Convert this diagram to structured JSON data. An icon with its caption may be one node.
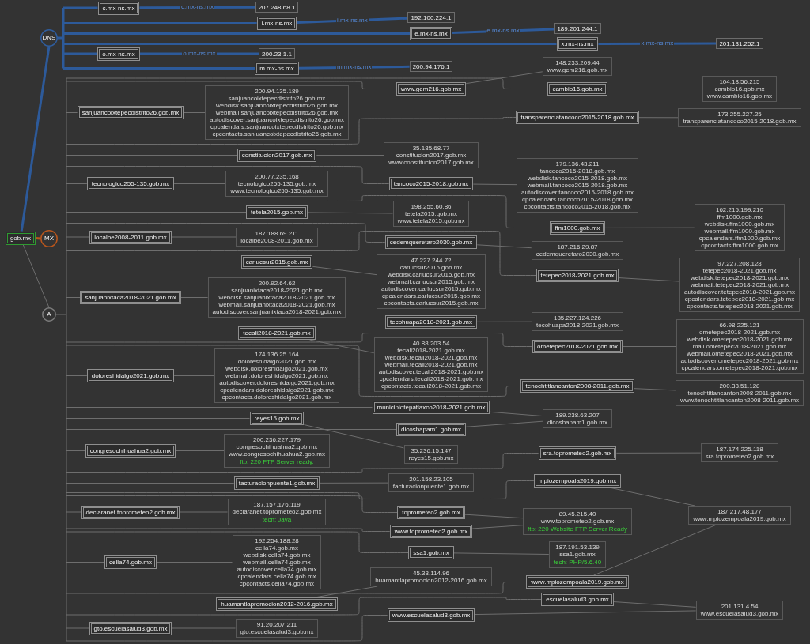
{
  "diagram": {
    "nodes": [
      {
        "text": [
          "gob.mx"
        ]
      },
      {
        "text": [
          "DNS"
        ]
      },
      {
        "text": [
          "MX"
        ]
      },
      {
        "text": [
          "A"
        ]
      },
      {
        "text": [
          "c.mx-ns.mx"
        ]
      },
      {
        "text": [
          "207.248.68.1"
        ]
      },
      {
        "text": [
          "i.mx-ns.mx"
        ]
      },
      {
        "text": [
          "192.100.224.1"
        ]
      },
      {
        "text": [
          "e.mx-ns.mx"
        ]
      },
      {
        "text": [
          "189.201.244.1"
        ]
      },
      {
        "text": [
          "x.mx-ns.mx"
        ]
      },
      {
        "text": [
          "201.131.252.1"
        ]
      },
      {
        "text": [
          "o.mx-ns.mx"
        ]
      },
      {
        "text": [
          "200.23.1.1"
        ]
      },
      {
        "text": [
          "m.mx-ns.mx"
        ]
      },
      {
        "text": [
          "200.94.176.1"
        ]
      },
      {
        "text": [
          "www.gem216.gob.mx"
        ]
      },
      {
        "text": [
          "148.233.209.44",
          "www.gem216.gob.mx"
        ]
      },
      {
        "text": [
          "cambio16.gob.mx"
        ]
      },
      {
        "text": [
          "104.18.56.215",
          "cambio16.gob.mx",
          "www.cambio16.gob.mx"
        ]
      },
      {
        "text": [
          "sanjuancoixtepecdistrito26.gob.mx"
        ]
      },
      {
        "text": [
          "200.94.135.189",
          "sanjuancoixtepecdistrito26.gob.mx",
          "webdisk.sanjuancoixtepecdistrito26.gob.mx",
          "webmail.sanjuancoixtepecdistrito26.gob.mx",
          "autodiscover.sanjuancoixtepecdistrito26.gob.mx",
          "cpcalendars.sanjuancoixtepecdistrito26.gob.mx",
          "cpcontacts.sanjuancoixtepecdistrito26.gob.mx"
        ]
      },
      {
        "text": [
          "constitucion2017.gob.mx"
        ]
      },
      {
        "text": [
          "35.185.68.77",
          "constitucion2017.gob.mx",
          "www.constitucion2017.gob.mx"
        ]
      },
      {
        "text": [
          "tancoco2015-2018.gob.mx"
        ]
      },
      {
        "text": [
          "179.136.43.211",
          "tancoco2015-2018.gob.mx",
          "webdisk.tancoco2015-2018.gob.mx",
          "webmail.tancoco2015-2018.gob.mx",
          "autodiscover.tancoco2015-2018.gob.mx",
          "cpcalendars.tancoco2015-2018.gob.mx",
          "cpcontacts.tancoco2015-2018.gob.mx"
        ]
      },
      {
        "text": [
          "transparenciatancoco2015-2018.gob.mx"
        ]
      },
      {
        "text": [
          "173.255.227.25",
          "transparenciatancoco2015-2018.gob.mx"
        ]
      },
      {
        "text": [
          "tecnologico255-135.gob.mx"
        ]
      },
      {
        "text": [
          "200.77.235.168",
          "tecnologico255-135.gob.mx",
          "www.tecnologico255-135.gob.mx"
        ]
      },
      {
        "text": [
          "tetela2015.gob.mx"
        ]
      },
      {
        "text": [
          "198.255.60.86",
          "tetela2015.gob.mx",
          "www.tetela2015.gob.mx"
        ]
      },
      {
        "text": [
          "cedemqueretaro2030.gob.mx"
        ]
      },
      {
        "text": [
          "187.216.29.87",
          "cedemqueretaro2030.gob.mx"
        ]
      },
      {
        "text": [
          "ffm1000.gob.mx"
        ]
      },
      {
        "text": [
          "162.215.199.210",
          "ffm1000.gob.mx",
          "webdisk.ffm1000.gob.mx",
          "webmail.ffm1000.gob.mx",
          "cpcalendars.ffm1000.gob.mx",
          "cpcontacts.ffm1000.gob.mx"
        ]
      },
      {
        "text": [
          "localbe2008-2011.gob.mx"
        ]
      },
      {
        "text": [
          "187.188.69.211",
          "localbe2008-2011.gob.mx"
        ]
      },
      {
        "text": [
          "carlucsur2015.gob.mx"
        ]
      },
      {
        "text": [
          "47.227.244.72",
          "carlucsur2015.gob.mx",
          "webdisk.carlucsur2015.gob.mx",
          "webmail.carlucsur2015.gob.mx",
          "autodiscover.carlucsur2015.gob.mx",
          "cpcalendars.carlucsur2015.gob.mx",
          "cpcontacts.carlucsur2015.gob.mx"
        ]
      },
      {
        "text": [
          "tetepec2018-2021.gob.mx"
        ]
      },
      {
        "text": [
          "97.227.208.128",
          "tetepec2018-2021.gob.mx",
          "webdisk.tetepec2018-2021.gob.mx",
          "webmail.tetepec2018-2021.gob.mx",
          "autodiscover.tetepec2018-2021.gob.mx",
          "cpcalendars.tetepec2018-2021.gob.mx",
          "cpcontacts.tetepec2018-2021.gob.mx"
        ]
      },
      {
        "text": [
          "sanjuanixtaca2018-2021.gob.mx"
        ]
      },
      {
        "text": [
          "200.92.64.62",
          "sanjuanixtaca2018-2021.gob.mx",
          "webdisk.sanjuanixtaca2018-2021.gob.mx",
          "webmail.sanjuanixtaca2018-2021.gob.mx",
          "autodiscover.sanjuanixtaca2018-2021.gob.mx"
        ]
      },
      {
        "text": [
          "tecohuapa2018-2021.gob.mx"
        ]
      },
      {
        "text": [
          "185.227.124.226",
          "tecohuapa2018-2021.gob.mx"
        ]
      },
      {
        "text": [
          "tecali2018-2021.gob.mx"
        ]
      },
      {
        "text": [
          "40.88.203.54",
          "tecali2018-2021.gob.mx",
          "webdisk.tecali2018-2021.gob.mx",
          "webmail.tecali2018-2021.gob.mx",
          "autodiscover.tecali2018-2021.gob.mx",
          "cpcalendars.tecali2018-2021.gob.mx",
          "cpcontacts.tecali2018-2021.gob.mx"
        ]
      },
      {
        "text": [
          "municipiotepatlaxco2018-2021.gob.mx"
        ]
      },
      {
        "text": [
          "dicoshapam1.gob.mx"
        ]
      },
      {
        "text": [
          "189.238.63.207",
          "dicoshapam1.gob.mx"
        ]
      },
      {
        "text": [
          "doloreshidalgo2021.gob.mx"
        ]
      },
      {
        "text": [
          "174.136.25.164",
          "doloreshidalgo2021.gob.mx",
          "webdisk.doloreshidalgo2021.gob.mx",
          "webmail.doloreshidalgo2021.gob.mx",
          "autodiscover.doloreshidalgo2021.gob.mx",
          "cpcalendars.doloreshidalgo2021.gob.mx",
          "cpcontacts.doloreshidalgo2021.gob.mx"
        ]
      },
      {
        "text": [
          "reyes15.gob.mx"
        ]
      },
      {
        "text": [
          "35.236.15.147",
          "reyes15.gob.mx"
        ]
      },
      {
        "text": [
          "ometepec2018-2021.gob.mx"
        ]
      },
      {
        "text": [
          "66.98.225.121",
          "ometepec2018-2021.gob.mx",
          "webdisk.ometepec2018-2021.gob.mx",
          "mail.ometepec2018-2021.gob.mx",
          "webmail.ometepec2018-2021.gob.mx",
          "autodiscover.ometepec2018-2021.gob.mx",
          "cpcalendars.ometepec2018-2021.gob.mx"
        ]
      },
      {
        "text": [
          "tenochtitlancanton2008-2011.gob.mx"
        ]
      },
      {
        "text": [
          "200.33.51.128",
          "tenochtitlancanton2008-2011.gob.mx",
          "www.tenochtitlancanton2008-2011.gob.mx"
        ]
      },
      {
        "text": [
          "congresochihuahua2.gob.mx"
        ]
      },
      {
        "text": [
          "200.236.227.179",
          "congresochihuahua2.gob.mx",
          "www.congresochihuahua2.gob.mx",
          "ftp: 220 FTP Server ready."
        ]
      },
      {
        "text": [
          "facturacionpuente1.gob.mx"
        ]
      },
      {
        "text": [
          "201.158.23.105",
          "facturacionpuente1.gob.mx"
        ]
      },
      {
        "text": [
          "toprometeo2.gob.mx"
        ]
      },
      {
        "text": [
          "www.toprometeo2.gob.mx"
        ]
      },
      {
        "text": [
          "89.45.215.40",
          "www.toprometeo2.gob.mx",
          "ftp: 220 Website FTP Server Ready"
        ]
      },
      {
        "text": [
          "declaranet.toprometeo2.gob.mx"
        ]
      },
      {
        "text": [
          "187.157.176.119",
          "declaranet.toprometeo2.gob.mx",
          "tech: Java"
        ]
      },
      {
        "text": [
          "sra.toprometeo2.gob.mx"
        ]
      },
      {
        "text": [
          "187.174.225.118",
          "sra.toprometeo2.gob.mx"
        ]
      },
      {
        "text": [
          "ssa1.gob.mx"
        ]
      },
      {
        "text": [
          "187.191.53.139",
          "ssa1.gob.mx",
          "tech: PHP/5.6.40"
        ]
      },
      {
        "text": [
          "cella74.gob.mx"
        ]
      },
      {
        "text": [
          "192.254.188.28",
          "cella74.gob.mx",
          "webdisk.cella74.gob.mx",
          "webmail.cella74.gob.mx",
          "autodiscover.cella74.gob.mx",
          "cpcalendars.cella74.gob.mx",
          "cpcontacts.cella74.gob.mx"
        ]
      },
      {
        "text": [
          "mpiozempoala2019.gob.mx"
        ]
      },
      {
        "text": [
          "187.217.48.177",
          "www.mpiozempoala2019.gob.mx"
        ]
      },
      {
        "text": [
          "huamantlapromocion2012-2016.gob.mx"
        ]
      },
      {
        "text": [
          "45.33.114.96",
          "huamantlapromocion2012-2016.gob.mx"
        ]
      },
      {
        "text": [
          "www.mpiozempoala2019.gob.mx"
        ]
      },
      {
        "text": [
          "gto.escuelasalud3.gob.mx"
        ]
      },
      {
        "text": [
          "91.20.207.211",
          "gto.escuelasalud3.gob.mx"
        ]
      },
      {
        "text": [
          "www.escuelasalud3.gob.mx"
        ]
      },
      {
        "text": [
          "escuelasalud3.gob.mx"
        ]
      },
      {
        "text": [
          "201.131.4.54",
          "www.escuelasalud3.gob.mx"
        ]
      }
    ],
    "edges": [
      {
        "from": 0,
        "to": 1,
        "arrow": "none",
        "style": "thick",
        "color": "#2d5a9a"
      },
      {
        "from": 0,
        "to": 2,
        "arrow": "none",
        "style": "thick",
        "color": "#b8561d"
      },
      {
        "from": 0,
        "to": 3,
        "arrow": "none"
      },
      {
        "from": 1,
        "to": 4,
        "arrow": "none",
        "style": "thick",
        "color": "#2d5a9a"
      },
      {
        "from": 1,
        "to": 6,
        "arrow": "none",
        "style": "thick",
        "color": "#2d5a9a"
      },
      {
        "from": 1,
        "to": 8,
        "arrow": "none",
        "style": "thick",
        "color": "#2d5a9a"
      },
      {
        "from": 1,
        "to": 10,
        "arrow": "none",
        "style": "thick",
        "color": "#2d5a9a"
      },
      {
        "from": 1,
        "to": 12,
        "arrow": "none",
        "style": "thick",
        "color": "#2d5a9a"
      },
      {
        "from": 1,
        "to": 14,
        "arrow": "none",
        "style": "thick",
        "color": "#2d5a9a"
      },
      {
        "from": 4,
        "to": 5,
        "arrow": "none",
        "label": "c.mx-ns.mx",
        "style": "thick",
        "color": "#2d5a9a"
      },
      {
        "from": 6,
        "to": 7,
        "arrow": "none",
        "label": "i.mx-ns.mx",
        "style": "thick",
        "color": "#2d5a9a"
      },
      {
        "from": 8,
        "to": 9,
        "arrow": "none",
        "label": "e.mx-ns.mx",
        "style": "thick",
        "color": "#2d5a9a"
      },
      {
        "from": 10,
        "to": 11,
        "arrow": "none",
        "label": "x.mx-ns.mx",
        "style": "thick",
        "color": "#2d5a9a"
      },
      {
        "from": 12,
        "to": 13,
        "arrow": "none",
        "label": "o.mx-ns.mx",
        "style": "thick",
        "color": "#2d5a9a"
      },
      {
        "from": 14,
        "to": 15,
        "arrow": "none",
        "label": "m.mx-ns.mx",
        "style": "thick",
        "color": "#2d5a9a"
      },
      {
        "from": 3,
        "to": 16,
        "arrow": "none"
      },
      {
        "from": 16,
        "to": 17,
        "arrow": "none"
      },
      {
        "from": 3,
        "to": 18,
        "arrow": "none"
      },
      {
        "from": 18,
        "to": 19,
        "arrow": "none"
      },
      {
        "from": 3,
        "to": 20,
        "arrow": "none"
      },
      {
        "from": 20,
        "to": 21,
        "arrow": "none"
      },
      {
        "from": 3,
        "to": 22,
        "arrow": "none"
      },
      {
        "from": 22,
        "to": 23,
        "arrow": "none"
      },
      {
        "from": 3,
        "to": 24,
        "arrow": "none"
      },
      {
        "from": 24,
        "to": 25,
        "arrow": "none"
      },
      {
        "from": 3,
        "to": 26,
        "arrow": "none"
      },
      {
        "from": 26,
        "to": 27,
        "arrow": "none"
      },
      {
        "from": 3,
        "to": 28,
        "arrow": "none"
      },
      {
        "from": 28,
        "to": 29,
        "arrow": "none"
      },
      {
        "from": 3,
        "to": 30,
        "arrow": "none"
      },
      {
        "from": 30,
        "to": 31,
        "arrow": "none"
      },
      {
        "from": 3,
        "to": 32,
        "arrow": "none"
      },
      {
        "from": 32,
        "to": 33,
        "arrow": "none"
      },
      {
        "from": 3,
        "to": 34,
        "arrow": "none"
      },
      {
        "from": 34,
        "to": 35,
        "arrow": "none"
      },
      {
        "from": 3,
        "to": 36,
        "arrow": "none"
      },
      {
        "from": 36,
        "to": 37,
        "arrow": "none"
      },
      {
        "from": 3,
        "to": 38,
        "arrow": "none"
      },
      {
        "from": 38,
        "to": 39,
        "arrow": "none"
      },
      {
        "from": 3,
        "to": 40,
        "arrow": "none"
      },
      {
        "from": 40,
        "to": 41,
        "arrow": "none"
      },
      {
        "from": 3,
        "to": 42,
        "arrow": "none"
      },
      {
        "from": 42,
        "to": 43,
        "arrow": "none"
      },
      {
        "from": 3,
        "to": 44,
        "arrow": "none"
      },
      {
        "from": 44,
        "to": 45,
        "arrow": "none"
      },
      {
        "from": 3,
        "to": 46,
        "arrow": "none"
      },
      {
        "from": 46,
        "to": 47,
        "arrow": "none"
      },
      {
        "from": 3,
        "to": 48,
        "arrow": "none"
      },
      {
        "from": 48,
        "to": 50,
        "arrow": "none"
      },
      {
        "from": 3,
        "to": 49,
        "arrow": "none"
      },
      {
        "from": 49,
        "to": 50,
        "arrow": "none"
      },
      {
        "from": 3,
        "to": 51,
        "arrow": "none"
      },
      {
        "from": 51,
        "to": 52,
        "arrow": "none"
      },
      {
        "from": 3,
        "to": 53,
        "arrow": "none"
      },
      {
        "from": 53,
        "to": 54,
        "arrow": "none"
      },
      {
        "from": 3,
        "to": 55,
        "arrow": "none"
      },
      {
        "from": 55,
        "to": 56,
        "arrow": "none"
      },
      {
        "from": 3,
        "to": 57,
        "arrow": "none"
      },
      {
        "from": 57,
        "to": 58,
        "arrow": "none"
      },
      {
        "from": 3,
        "to": 59,
        "arrow": "none"
      },
      {
        "from": 59,
        "to": 60,
        "arrow": "none"
      },
      {
        "from": 3,
        "to": 61,
        "arrow": "none"
      },
      {
        "from": 61,
        "to": 62,
        "arrow": "none"
      },
      {
        "from": 3,
        "to": 63,
        "arrow": "none"
      },
      {
        "from": 63,
        "to": 65,
        "arrow": "none"
      },
      {
        "from": 3,
        "to": 64,
        "arrow": "none"
      },
      {
        "from": 64,
        "to": 65,
        "arrow": "none"
      },
      {
        "from": 3,
        "to": 66,
        "arrow": "none"
      },
      {
        "from": 66,
        "to": 67,
        "arrow": "none"
      },
      {
        "from": 3,
        "to": 68,
        "arrow": "none"
      },
      {
        "from": 68,
        "to": 69,
        "arrow": "none"
      },
      {
        "from": 3,
        "to": 70,
        "arrow": "none"
      },
      {
        "from": 70,
        "to": 71,
        "arrow": "none"
      },
      {
        "from": 3,
        "to": 72,
        "arrow": "none"
      },
      {
        "from": 72,
        "to": 73,
        "arrow": "none"
      },
      {
        "from": 3,
        "to": 74,
        "arrow": "none"
      },
      {
        "from": 74,
        "to": 75,
        "arrow": "none"
      },
      {
        "from": 3,
        "to": 76,
        "arrow": "none"
      },
      {
        "from": 76,
        "to": 77,
        "arrow": "none"
      },
      {
        "from": 3,
        "to": 78,
        "arrow": "none"
      },
      {
        "from": 78,
        "to": 75,
        "arrow": "none"
      },
      {
        "from": 3,
        "to": 79,
        "arrow": "none"
      },
      {
        "from": 79,
        "to": 80,
        "arrow": "none"
      },
      {
        "from": 3,
        "to": 81,
        "arrow": "none"
      },
      {
        "from": 81,
        "to": 83,
        "arrow": "none"
      },
      {
        "from": 3,
        "to": 82,
        "arrow": "none"
      },
      {
        "from": 82,
        "to": 83,
        "arrow": "none"
      }
    ]
  }
}
